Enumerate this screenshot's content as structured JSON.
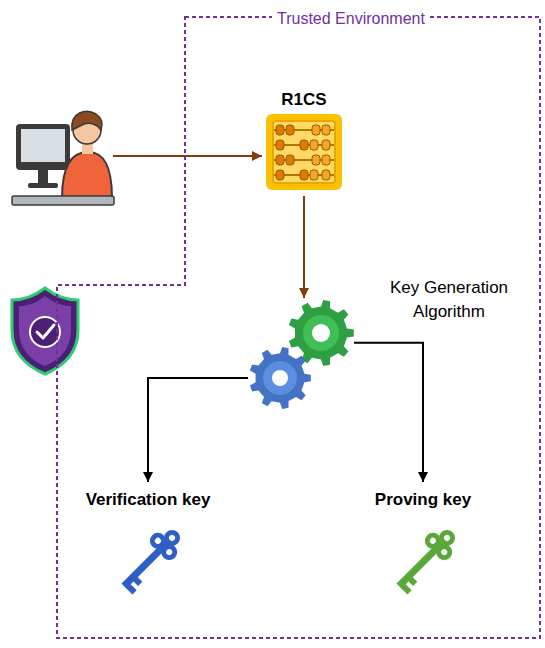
{
  "diagram": {
    "nodes": [
      {
        "text": [
          "Trusted Environment"
        ]
      },
      {
        "text": [
          "R1CS"
        ],
        "in": 0
      },
      {
        "text": [
          "Key Generation Algorithm"
        ],
        "in": 0
      },
      {
        "text": [
          "Verification key"
        ],
        "in": 0
      },
      {
        "text": [
          "Proving key"
        ],
        "in": 0
      }
    ],
    "edges": [
      {
        "from": 1,
        "to": 2,
        "arrow": "to"
      },
      {
        "from": 2,
        "to": 3,
        "arrow": "to"
      },
      {
        "from": 2,
        "to": 4,
        "arrow": "to"
      }
    ]
  }
}
